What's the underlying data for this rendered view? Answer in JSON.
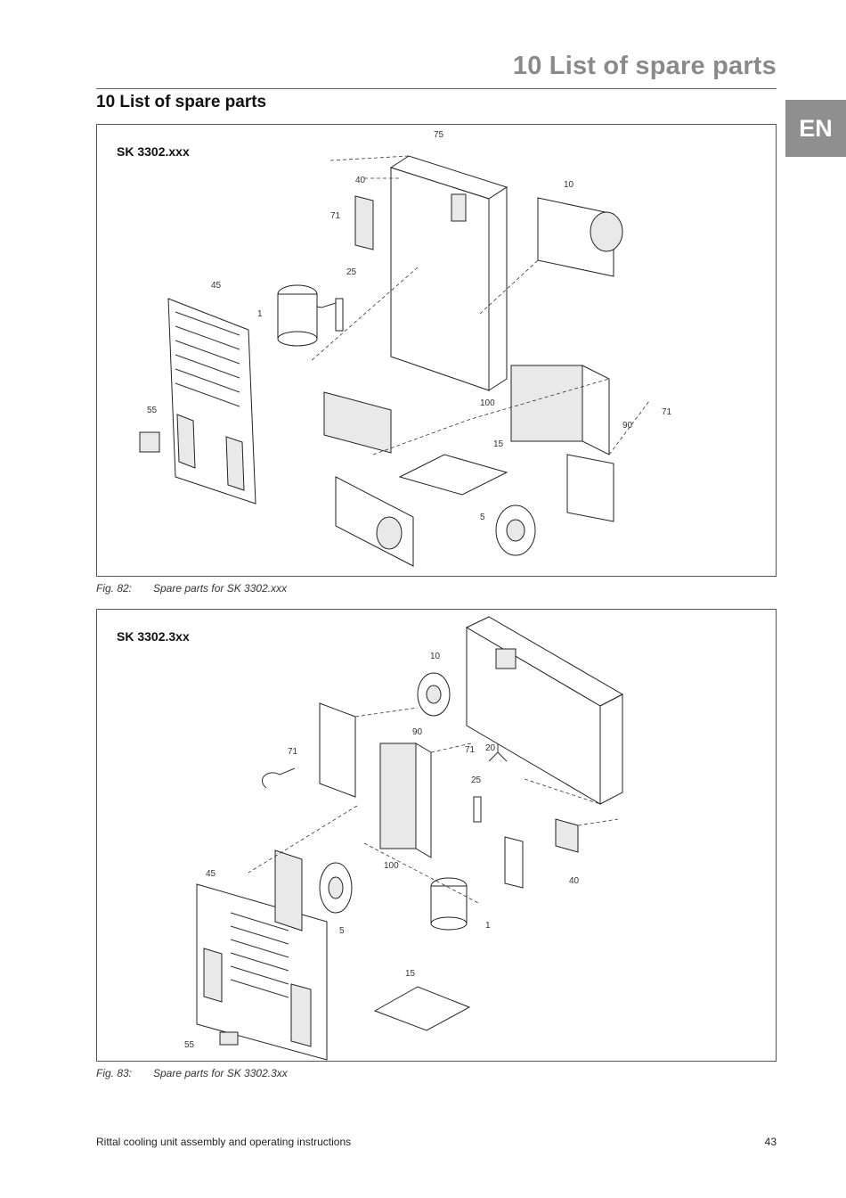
{
  "header": {
    "chapter_title": "10 List of spare parts",
    "section_title": "10  List of spare parts",
    "language_tab": "EN"
  },
  "figures": [
    {
      "model": "SK 3302.xxx",
      "caption_number": "Fig. 82:",
      "caption_text": "Spare parts for SK 3302.xxx",
      "callouts": [
        "75",
        "40",
        "10",
        "71",
        "25",
        "45",
        "1",
        "55",
        "100",
        "71",
        "90",
        "15",
        "5"
      ]
    },
    {
      "model": "SK 3302.3xx",
      "caption_number": "Fig. 83:",
      "caption_text": "Spare parts for SK 3302.3xx",
      "callouts": [
        "10",
        "90",
        "71",
        "20",
        "71",
        "25",
        "100",
        "45",
        "40",
        "5",
        "1",
        "15",
        "55"
      ]
    }
  ],
  "footer": {
    "left_text": "Rittal cooling unit assembly and operating instructions",
    "page_number": "43"
  }
}
